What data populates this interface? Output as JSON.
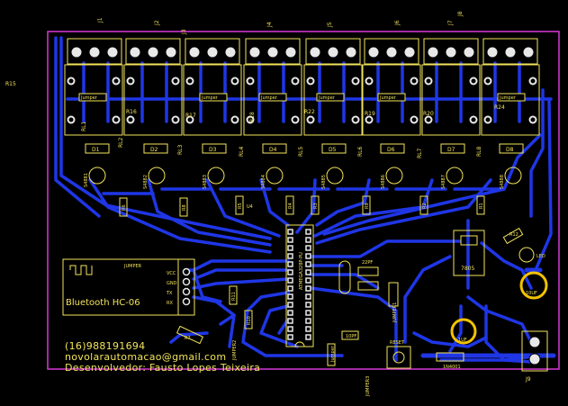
{
  "board": {
    "outline_color": "#d838d8",
    "trace_color": "#1f36e6",
    "silk_color": "#f2e35b",
    "pad_color": "#e8e8e8",
    "background": "#000000"
  },
  "labels": {
    "r15": "R15",
    "j1": "J1",
    "j2": "J2",
    "j3": "J3",
    "j4": "J4",
    "j5": "J5",
    "j6": "J6",
    "j7": "J7",
    "j8": "J8",
    "rl1": "RL1",
    "rl2": "RL2",
    "rl3": "RL3",
    "rl4": "RL4",
    "rl5": "RL5",
    "rl6": "RL6",
    "rl7": "RL7",
    "rl8": "RL8",
    "r16": "R16",
    "r17": "R17",
    "r18": "R18",
    "r22": "R22",
    "r19": "R19",
    "r20": "R20",
    "r24": "R24",
    "jumper": "Jumper",
    "d1": "D1",
    "d2": "D2",
    "d3": "D3",
    "d4": "D4",
    "d5": "D5",
    "d6": "D6",
    "d7": "D7",
    "d8": "D8",
    "q1": "S4881",
    "q2": "S4882",
    "q3": "S4883",
    "q4": "S4884",
    "q5": "S4885",
    "q6": "S4886",
    "q7": "S4887",
    "q8": "S4888",
    "r_a": "R6",
    "r_b": "R8",
    "r_c": "R5",
    "r_d": "R4",
    "r_e": "R3",
    "r_f": "R9",
    "r_g": "R2",
    "r_h": "R1",
    "u4": "U4",
    "mcu": "ATMEGA328P-PU",
    "xtal_cap": "22PF",
    "regulator": "7805",
    "led": "LED",
    "r_led": "R12",
    "cap_10uf": "10UF",
    "cap_1uf": "1UF",
    "cap_10pf": "10PF",
    "reset": "RESET",
    "diode": "1N4001",
    "j9": "J9",
    "jumper1": "JUMPER1",
    "jumper2": "JUMPER2",
    "jumper3": "JUMPER3",
    "r_r": "R11",
    "r_s": "R10",
    "r_t": "R7"
  },
  "bluetooth": {
    "module_label": "Bluetooth HC-06",
    "jumper_label": "JUMPER",
    "pins": [
      "VCC",
      "GND",
      "TX",
      "RX"
    ]
  },
  "contact": {
    "phone": "(16)988191694",
    "email": "novolarautomacao@gmail.com",
    "developer": "Desenvolvedor: Fausto Lopes Teixeira"
  }
}
